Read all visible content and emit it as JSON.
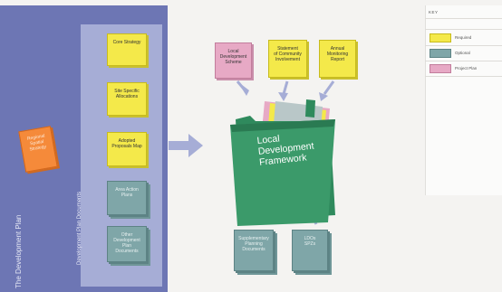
{
  "band": {
    "label": "The Development Plan",
    "inner_label": "Development Plan Documents"
  },
  "documents": {
    "regional_strategy": "Regional\nSpatial\nStrategy",
    "core_strategy": "Core Strategy",
    "site_allocations": "Site Specific\nAllocations",
    "proposals_map": "Adopted\nProposals Map",
    "area_action_plans": "Area Action\nPlans",
    "other_dpd": "Other\nDevelopment\nPlan\nDocuments",
    "lds": "Local\nDevelopment\nScheme",
    "sci": "Statement\nof Community\nInvolvement",
    "amr": "Annual\nMonitoring\nReport",
    "spd": "Supplementary\nPlanning\nDocuments",
    "sea": "LDOs\nSPZs"
  },
  "folder": {
    "title": "Local\nDevelopment\nFramework"
  },
  "key": {
    "title": "KEY",
    "items": [
      {
        "label": "Required",
        "color": "#f4e94a"
      },
      {
        "label": "Optional",
        "color": "#7fa6a8"
      },
      {
        "label": "Project Plan",
        "color": "#e7a9c5"
      }
    ]
  },
  "colors": {
    "band": "#6d76b4",
    "inner_panel": "#a6add6",
    "folder": "#2f8a5d",
    "arrow": "#a6add6"
  }
}
